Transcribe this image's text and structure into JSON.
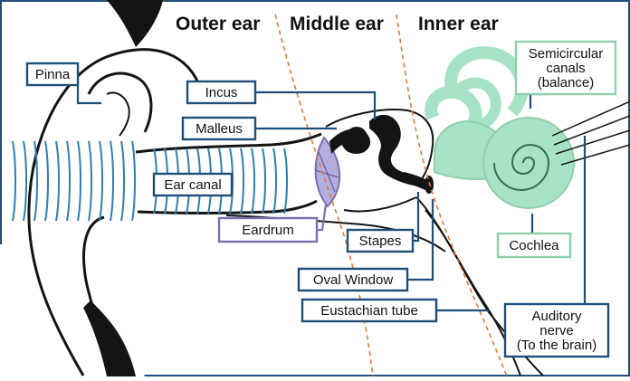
{
  "regions": {
    "outer": "Outer ear",
    "middle": "Middle ear",
    "inner": "Inner ear"
  },
  "labels": {
    "pinna": "Pinna",
    "incus": "Incus",
    "malleus": "Malleus",
    "ear_canal": "Ear canal",
    "eardrum": "Eardrum",
    "stapes": "Stapes",
    "oval_window": "Oval Window",
    "eustachian_tube": "Eustachian tube",
    "semicircular_canals": [
      "Semicircular",
      "canals",
      "(balance)"
    ],
    "cochlea": "Cochlea",
    "auditory_nerve": [
      "Auditory",
      "nerve",
      "(To the brain)"
    ]
  },
  "colors": {
    "label_border": "#1f4e79",
    "eardrum_border": "#7b6fb0",
    "eardrum_fill": "#b3aedd",
    "inner_ear_border": "#8fcfa9",
    "inner_ear_fill": "#a6e3c6",
    "sound_waves": "#2e7fb2",
    "divider": "#e07b39",
    "bones": "#141414"
  }
}
